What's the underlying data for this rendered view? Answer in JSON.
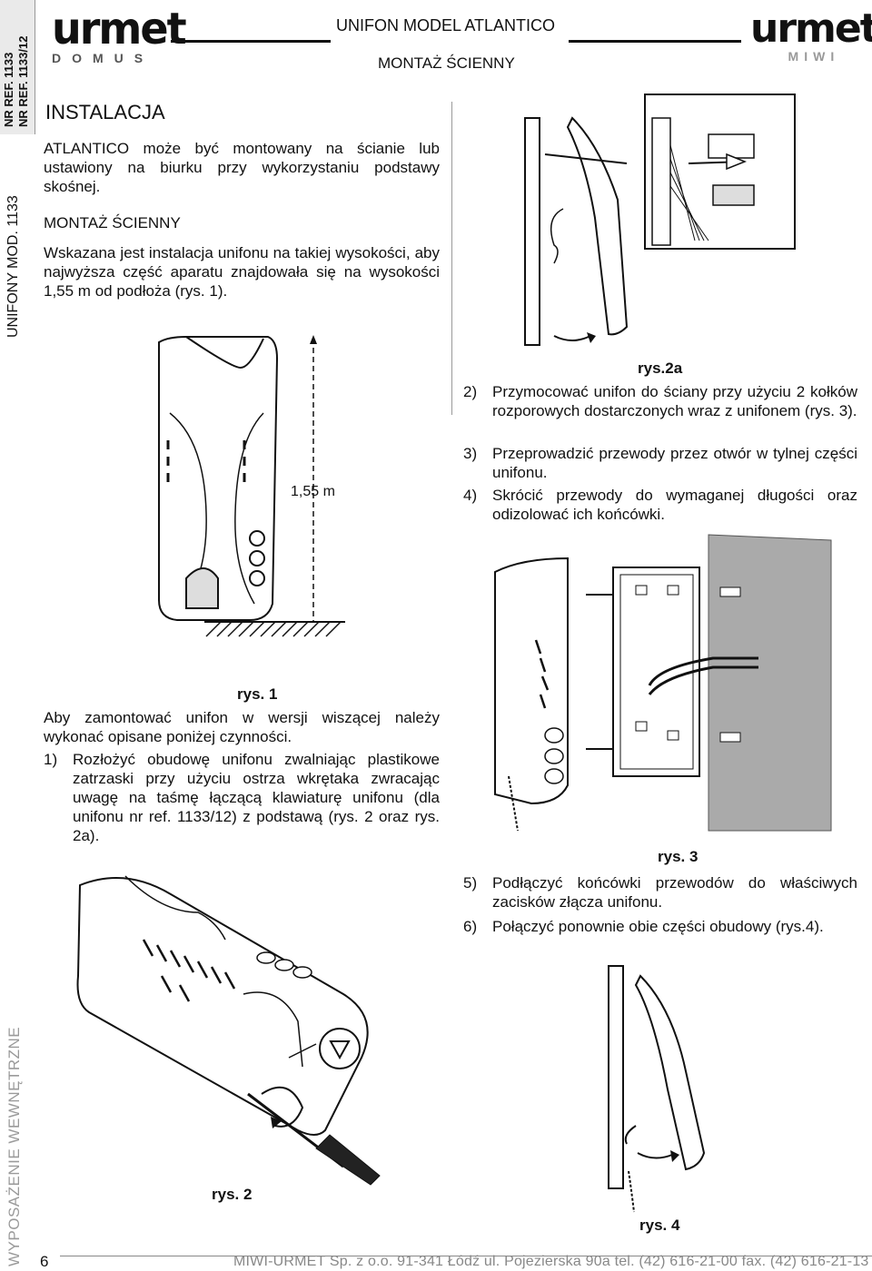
{
  "sidebar": {
    "ref1": "NR REF. 1133",
    "ref2": "NR REF. 1133/12",
    "model": "UNIFONY MOD. 1133",
    "category": "WYPOSAŻENIE WEWNĘTRZNE"
  },
  "header": {
    "brand_left": "urmet",
    "brand_left_sub": "DOMUS",
    "brand_right": "urmet",
    "brand_right_sub": "MIWI",
    "title": "UNIFON MODEL ATLANTICO",
    "subtitle": "MONTAŻ ŚCIENNY"
  },
  "left": {
    "section": "INSTALACJA",
    "intro": "ATLANTICO może być montowany na ścianie lub ustawiony na biurku przy wykorzystaniu podstawy skośnej.",
    "heading": "MONTAŻ ŚCIENNY",
    "para1": "Wskazana jest instalacja unifonu na takiej wysokości, aby najwyższa część aparatu znajdowała się na wysokości 1,55 m od podłoża (rys. 1).",
    "fig1_height": "1,55 m",
    "fig1_caption": "rys. 1",
    "para2": "Aby zamontować unifon w wersji wiszącej należy wykonać opisane poniżej czynności.",
    "step1_num": "1)",
    "step1": "Rozłożyć obudowę unifonu zwalniając plastikowe zatrzaski przy użyciu ostrza wkrętaka zwracając uwagę na taśmę łączącą klawiaturę unifonu (dla unifonu nr ref. 1133/12) z podstawą (rys. 2 oraz rys. 2a).",
    "fig2_caption": "rys. 2"
  },
  "right": {
    "fig2a_caption": "rys.2a",
    "steps": [
      {
        "num": "2)",
        "text": "Przymocować unifon do ściany przy użyciu 2 kołków rozporowych dostarczonych wraz z unifonem (rys. 3)."
      },
      {
        "num": "3)",
        "text": "Przeprowadzić przewody przez otwór w tylnej części unifonu."
      },
      {
        "num": "4)",
        "text": "Skrócić przewody do wymaganej długości oraz odizolować ich końcówki."
      }
    ],
    "fig3_caption": "rys. 3",
    "steps2": [
      {
        "num": "5)",
        "text": "Podłączyć końcówki przewodów do właściwych zacisków złącza unifonu."
      },
      {
        "num": "6)",
        "text": "Połączyć ponownie obie części obudowy (rys.4)."
      }
    ],
    "fig4_caption": "rys. 4"
  },
  "footer": {
    "page": "6",
    "company": "MIWI-URMET Sp. z o.o.  91-341 Łódź ul. Pojezierska 90a  tel. (42) 616-21-00  fax. (42) 616-21-13"
  }
}
